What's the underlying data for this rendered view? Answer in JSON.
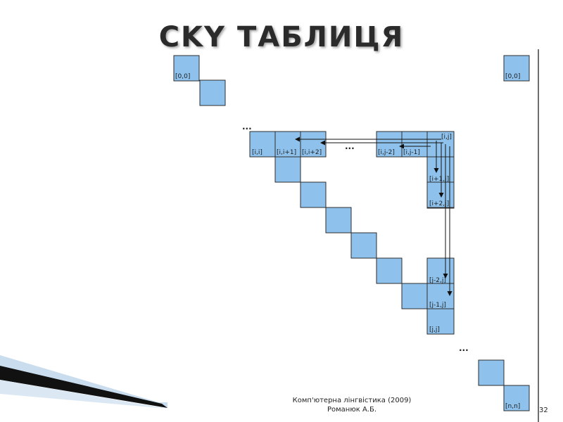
{
  "slide": {
    "title": "CKY ТАБЛИЦЯ",
    "footer_line1": "Комп'ютерна лінгвістика (2009)",
    "footer_line2": "Романюк А.Б.",
    "page_number": "32"
  },
  "diagram": {
    "ellipsis": "...",
    "cells": {
      "tl_00": "[0,0]",
      "tr_00": "[0,0]",
      "ii": "[i,i]",
      "ii1": "[i,i+1]",
      "ii2": "[i,i+2]",
      "ij2": "[i,j-2]",
      "ij1": "[i,j-1]",
      "ij": "[i,j]",
      "i1j": "[i+1,j]",
      "i2j": "[i+2,j]",
      "j2j": "[j-2,j]",
      "j1j": "[j-1,j]",
      "jj": "[j,j]",
      "nn": "[n,n]"
    }
  },
  "colors": {
    "cell_fill": "#8ec2ec",
    "cell_stroke": "#2e2e2e"
  }
}
